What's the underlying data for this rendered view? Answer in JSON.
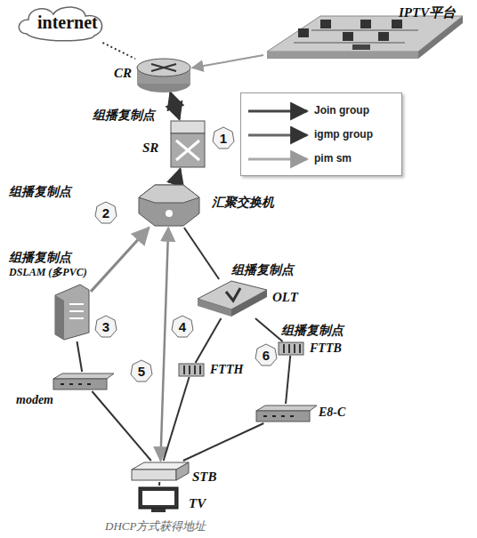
{
  "diagram": {
    "caption": "DHCP方式获得地址",
    "nodes": [
      {
        "text": [
          "internet"
        ]
      },
      {
        "text": [
          "IPTV平台"
        ]
      },
      {
        "text": [
          "CR"
        ]
      },
      {
        "text": [
          "组播复制点",
          "SR"
        ]
      },
      {
        "text": [
          "组播复制点",
          "汇聚交换机"
        ]
      },
      {
        "text": [
          "组播复制点",
          "DSLAM (多PVC)"
        ]
      },
      {
        "text": [
          "组播复制点",
          "OLT"
        ]
      },
      {
        "text": [
          "FTTH"
        ]
      },
      {
        "text": [
          "组播复制点",
          "FTTB"
        ]
      },
      {
        "text": [
          "modem"
        ]
      },
      {
        "text": [
          "E8-C"
        ]
      },
      {
        "text": [
          "STB"
        ]
      },
      {
        "text": [
          "TV"
        ]
      }
    ],
    "edges": [
      {
        "from": 0,
        "to": 2,
        "arrow": "none"
      },
      {
        "from": 1,
        "to": 2,
        "arrow": "to"
      },
      {
        "from": 3,
        "to": 2,
        "arrow": "both"
      },
      {
        "from": 4,
        "to": 3,
        "arrow": "to"
      },
      {
        "from": 5,
        "to": 4,
        "arrow": "to"
      },
      {
        "from": 4,
        "to": 6,
        "arrow": "none"
      },
      {
        "from": 11,
        "to": 4,
        "arrow": "both"
      },
      {
        "from": 5,
        "to": 9,
        "arrow": "none"
      },
      {
        "from": 6,
        "to": 7,
        "arrow": "none"
      },
      {
        "from": 6,
        "to": 8,
        "arrow": "none"
      },
      {
        "from": 7,
        "to": 11,
        "arrow": "none"
      },
      {
        "from": 8,
        "to": 10,
        "arrow": "none"
      },
      {
        "from": 10,
        "to": 11,
        "arrow": "none"
      },
      {
        "from": 9,
        "to": 11,
        "arrow": "none"
      },
      {
        "from": 11,
        "to": 12,
        "arrow": "none"
      }
    ],
    "labels": [
      "1",
      "2",
      "3",
      "4",
      "5",
      "6"
    ],
    "legend": [
      {
        "text": "Join group"
      },
      {
        "text": "igmp group"
      },
      {
        "text": "pim sm"
      }
    ]
  }
}
